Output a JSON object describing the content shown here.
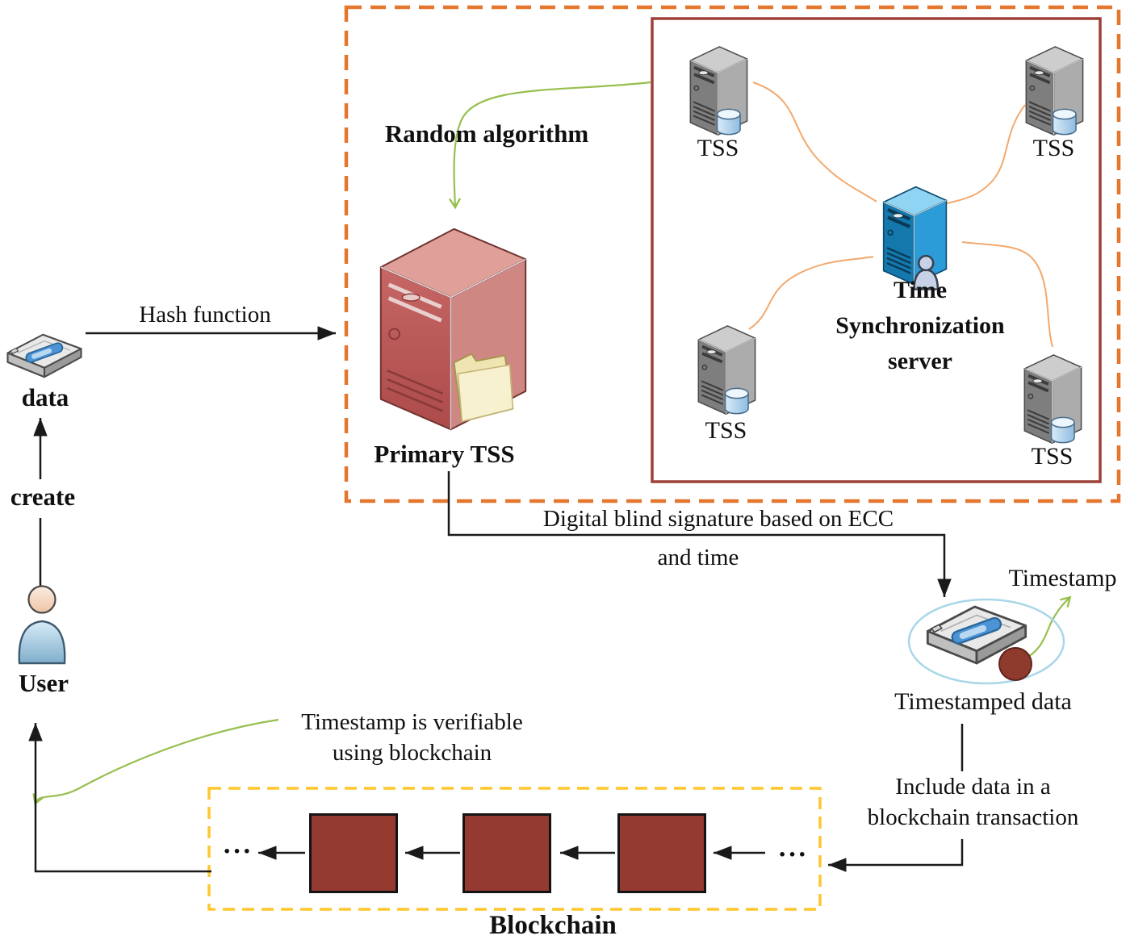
{
  "user_flow": {
    "data_label": "data",
    "hash_function_label": "Hash function",
    "create_label": "create",
    "user_label": "User"
  },
  "tss_cluster": {
    "random_algorithm_label": "Random algorithm",
    "primary_tss_label": "Primary TSS",
    "time_sync_server": {
      "line1": "Time",
      "line2": "Synchronization",
      "line3": "server"
    },
    "tss_servers": [
      {
        "label": "TSS"
      },
      {
        "label": "TSS"
      },
      {
        "label": "TSS"
      },
      {
        "label": "TSS"
      }
    ]
  },
  "signature_flow": {
    "line1": "Digital blind signature based on ECC",
    "line2": "and time",
    "timestamp_label": "Timestamp",
    "timestamped_data_label": "Timestamped data",
    "include_line1": "Include data in a",
    "include_line2": "blockchain transaction"
  },
  "blockchain": {
    "label": "Blockchain",
    "verify_line1": "Timestamp is verifiable",
    "verify_line2": "using blockchain",
    "ellipsis_left": "···",
    "ellipsis_right": "···",
    "block_count": 3
  },
  "colors": {
    "outer_box_border": "#E4762E",
    "inner_box_border": "#9C4038",
    "chain_box_border": "#FFC62E",
    "block_fill": "#943A30",
    "block_border": "#141414",
    "green_link": "#97BF4E",
    "orange_link": "#F2A96E",
    "line_black": "#1A1A1A",
    "ellipse_stroke": "#A9D7E8",
    "seal_fill": "#8E3B2E"
  },
  "icons": {
    "data_disk": "disk-icon",
    "timestamped_disk": "disk-icon",
    "user": "user-icon",
    "primary_server": "server-tower-red-icon",
    "tss_server": "server-tower-gray-icon",
    "time_sync_server": "server-tower-blue-icon",
    "database": "database-cylinder-icon",
    "operator": "person-icon",
    "folder": "folder-icon",
    "seal": "timestamp-seal-icon"
  }
}
